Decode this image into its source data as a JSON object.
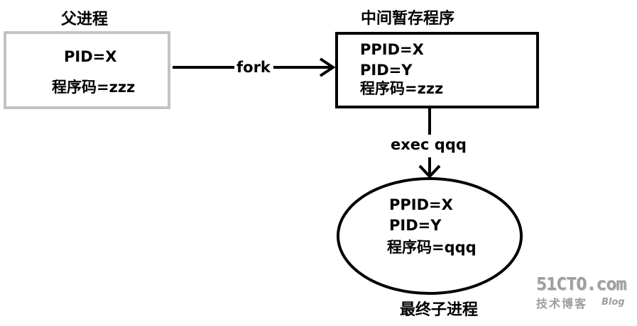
{
  "parent": {
    "title": "父进程",
    "pid": "PID=X",
    "code": "程序码=zzz"
  },
  "fork_label": "fork",
  "intermediate": {
    "title": "中间暂存程序",
    "ppid": "PPID=X",
    "pid": "PID=Y",
    "code": "程序码=zzz"
  },
  "exec_label": "exec qqq",
  "final_child": {
    "ppid": "PPID=X",
    "pid": "PID=Y",
    "code": "程序码=qqq",
    "title": "最终子进程"
  },
  "watermark": {
    "site": "51CTO.com",
    "subtitle": "技术博客",
    "blog": "Blog"
  },
  "colors": {
    "parent_border": "#c3c3c3",
    "lines": "#000000",
    "watermark": "#9e9e9e"
  }
}
